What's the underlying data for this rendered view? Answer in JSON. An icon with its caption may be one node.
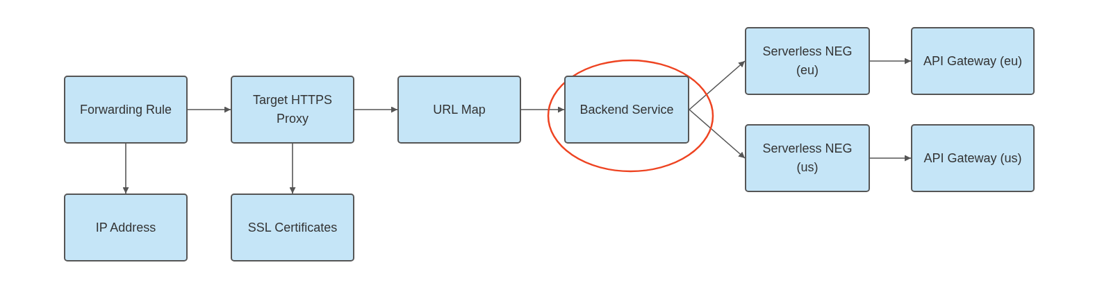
{
  "diagram": {
    "nodes": [
      {
        "text": [
          "Forwarding Rule"
        ]
      },
      {
        "text": [
          "Target HTTPS Proxy"
        ]
      },
      {
        "text": [
          "URL Map"
        ]
      },
      {
        "text": [],
        "shape": "circle"
      },
      {
        "text": [
          "Backend Service"
        ],
        "in": 3
      },
      {
        "text": [
          "Serverless NEG (eu)"
        ]
      },
      {
        "text": [
          "API Gateway (eu)"
        ]
      },
      {
        "text": [
          "Serverless NEG (us)"
        ]
      },
      {
        "text": [
          "API Gateway (us)"
        ]
      },
      {
        "text": [
          "IP Address"
        ]
      },
      {
        "text": [
          "SSL Certificates"
        ]
      }
    ],
    "edges": [
      {
        "from": 0,
        "to": 1,
        "arrow": "to"
      },
      {
        "from": 0,
        "to": 9,
        "arrow": "to"
      },
      {
        "from": 1,
        "to": 2,
        "arrow": "to"
      },
      {
        "from": 1,
        "to": 10,
        "arrow": "to"
      },
      {
        "from": 2,
        "to": 4,
        "arrow": "to"
      },
      {
        "from": 4,
        "to": 5,
        "arrow": "to"
      },
      {
        "from": 4,
        "to": 7,
        "arrow": "to"
      },
      {
        "from": 5,
        "to": 6,
        "arrow": "to"
      },
      {
        "from": 7,
        "to": 8,
        "arrow": "to"
      }
    ]
  }
}
